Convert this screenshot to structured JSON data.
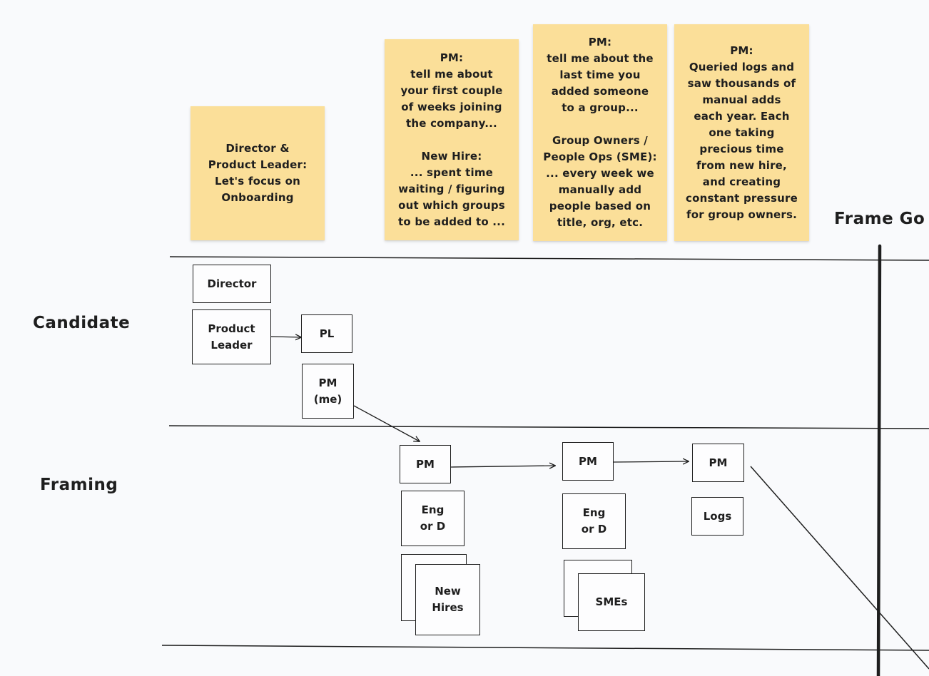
{
  "notes": {
    "n1": "Director &\nProduct Leader:\nLet's focus on\nOnboarding",
    "n2": "PM:\ntell me about\nyour first couple\nof weeks joining\nthe company...\n\nNew Hire:\n... spent time\nwaiting / figuring\nout which groups\nto be added to ...",
    "n3": "PM:\ntell me about the\nlast time you\nadded someone\nto a group...\n\nGroup Owners /\nPeople Ops (SME):\n... every week we\nmanually add\npeople based on\ntitle, org, etc.",
    "n4": "PM:\nQueried logs and\nsaw thousands of\nmanual adds\neach year. Each\none taking\nprecious time\nfrom new hire,\nand creating\nconstant pressure\nfor group owners."
  },
  "lanes": {
    "candidate": "Candidate",
    "framing": "Framing"
  },
  "frame_label": "Frame Go",
  "boxes": {
    "director": "Director",
    "product_leader": "Product\nLeader",
    "pl": "PL",
    "pm_me": "PM\n(me)",
    "pm1": "PM",
    "eng1": "Eng\nor D",
    "new_hires": "New\nHires",
    "pm2": "PM",
    "eng2": "Eng\nor D",
    "smes": "SMEs",
    "pm3": "PM",
    "logs": "Logs"
  },
  "colors": {
    "sticky": "#fbdf99",
    "stroke": "#1e1e1e",
    "canvas": "#f9fafc"
  }
}
